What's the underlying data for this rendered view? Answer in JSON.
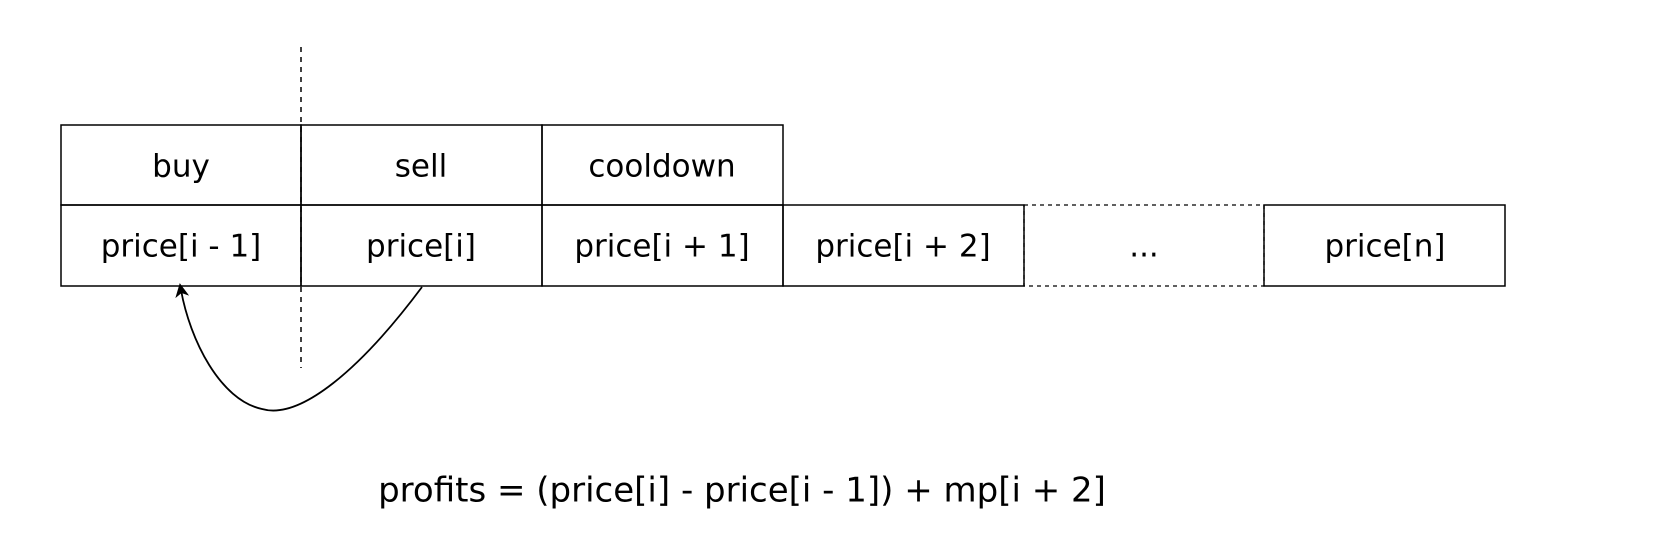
{
  "header_cells": [
    "buy",
    "sell",
    "cooldown"
  ],
  "price_cells": [
    "price[i - 1]",
    "price[i]",
    "price[i + 1]",
    "price[i + 2]",
    "...",
    "price[n]"
  ],
  "formula": "profits = (price[i] - price[i - 1]) + mp[i + 2]",
  "colors": {
    "stroke": "#000000",
    "text": "#000000",
    "background": "#ffffff"
  }
}
